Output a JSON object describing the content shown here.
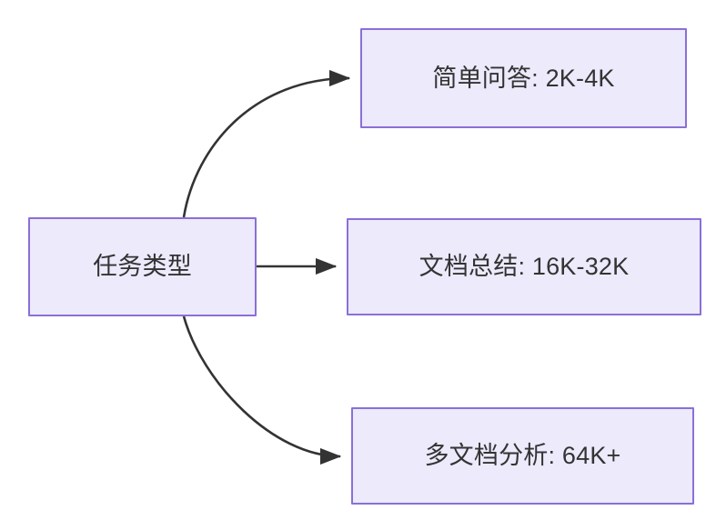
{
  "diagram": {
    "type": "flowchart",
    "direction": "left-to-right",
    "background_color": "#FFFFFF",
    "node_fill_color": "#ECEAFB",
    "node_border_color": "#8B6FD8",
    "text_color": "#333333",
    "edge_color": "#333333",
    "nodes": {
      "root": {
        "label": "任务类型"
      },
      "simple_qa": {
        "label": "简单问答: 2K-4K"
      },
      "doc_summary": {
        "label": "文档总结: 16K-32K"
      },
      "multi_doc": {
        "label": "多文档分析: 64K+"
      }
    },
    "edges": [
      {
        "from": "root",
        "to": "simple_qa",
        "label": "",
        "style": "curved-arrow"
      },
      {
        "from": "root",
        "to": "doc_summary",
        "label": "",
        "style": "straight-arrow"
      },
      {
        "from": "root",
        "to": "multi_doc",
        "label": "",
        "style": "curved-arrow"
      }
    ]
  }
}
